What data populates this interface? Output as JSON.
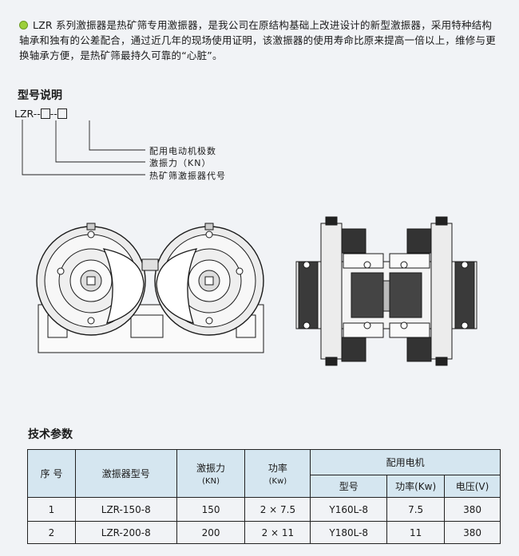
{
  "intro": {
    "text": "LZR 系列激振器是热矿筛专用激振器，是我公司在原结构基础上改进设计的新型激振器，采用特种结构轴承和独有的公差配合，通过近几年的现场使用证明，该激振器的使用寿命比原来提高一倍以上，维修与更换轴承方便，是热矿筛最持久可靠的“心脏”。",
    "bullet_color": "#9ccf3a"
  },
  "model": {
    "title": "型号说明",
    "code_prefix": "LZR--",
    "code_sep": "--",
    "labels": [
      "配用电动机极数",
      "激振力（KN）",
      "热矿筛激振器代号"
    ]
  },
  "tech": {
    "title": "技术参数",
    "headers": {
      "no": "序 号",
      "model": "激振器型号",
      "force": "激振力",
      "force_unit": "(KN)",
      "power": "功率",
      "power_unit": "(Kw)",
      "motor": "配用电机",
      "motor_model": "型号",
      "motor_power": "功率(Kw)",
      "motor_voltage": "电压(V)"
    },
    "rows": [
      {
        "no": "1",
        "model": "LZR-150-8",
        "force": "150",
        "power": "2 × 7.5",
        "motor_model": "Y160L-8",
        "motor_power": "7.5",
        "voltage": "380"
      },
      {
        "no": "2",
        "model": "LZR-200-8",
        "force": "200",
        "power": "2 × 11",
        "motor_model": "Y180L-8",
        "motor_power": "11",
        "voltage": "380"
      }
    ],
    "header_bg": "#d5e6f0"
  }
}
